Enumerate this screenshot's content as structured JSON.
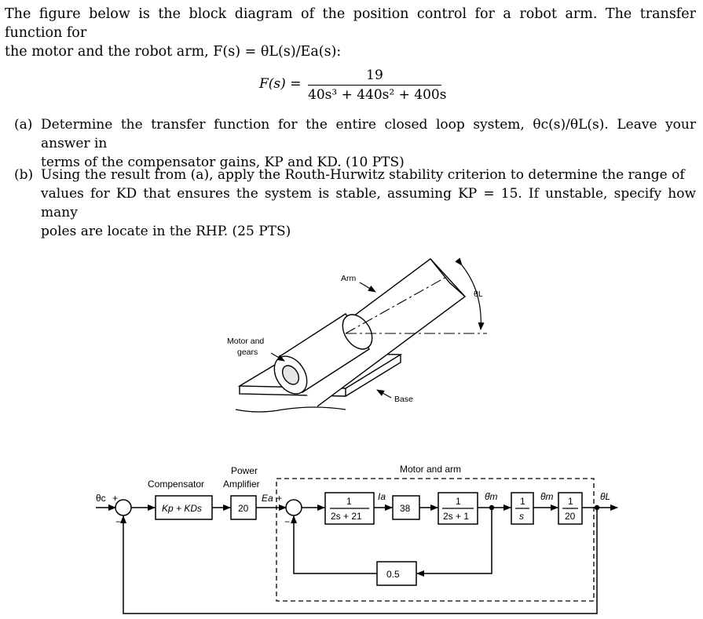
{
  "intro": {
    "line1": "The figure below is the block diagram of the position control for a robot arm. The transfer function for",
    "line2": "the motor and the robot arm, F(s) = θL(s)/Ea(s):"
  },
  "formula": {
    "lhs": "F(s) =",
    "numerator": "19",
    "denominator": "40s³ + 440s² + 400s"
  },
  "part_a": {
    "label": "(a)",
    "line1": "Determine the transfer function for the entire closed loop system, θc(s)/θL(s). Leave your answer in",
    "line2": "terms of the compensator gains, KP and KD. (10 PTS)"
  },
  "part_b": {
    "label": "(b)",
    "line1": "Using the result from (a), apply the Routh-Hurwitz stability criterion to determine the range of",
    "line2": "values for KD that ensures the system is stable, assuming KP = 15. If unstable, specify how many",
    "line3": "poles are locate in the RHP. (25 PTS)"
  },
  "robot_figure": {
    "arm_label": "Arm",
    "angle_label": "θL",
    "motor_label_1": "Motor and",
    "motor_label_2": "gears",
    "base_label": "Base"
  },
  "block_diagram": {
    "input_label": "θc",
    "output_label": "θL",
    "compensator_title": "Compensator",
    "compensator_block": "Kp + KDs",
    "power_title_1": "Power",
    "power_title_2": "Amplifier",
    "amplifier_gain": "20",
    "ea_label": "Ea",
    "motor_arm_title": "Motor and arm",
    "block1_num": "1",
    "block1_den": "2s + 21",
    "ia_label": "Ia",
    "gain_38": "38",
    "block2_num": "1",
    "block2_den": "2s + 1",
    "omega_label": "θ̇m",
    "integrator_num": "1",
    "integrator_den": "s",
    "theta_m_label": "θm",
    "gear_num": "1",
    "gear_den": "20",
    "feedback_gain": "0.5",
    "plus": "+",
    "minus": "−"
  }
}
